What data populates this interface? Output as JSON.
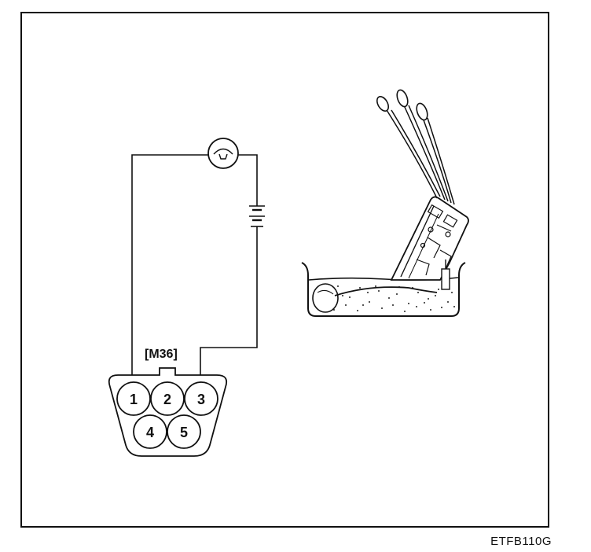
{
  "diagram": {
    "connector_label": "[M36]",
    "pins": [
      "1",
      "2",
      "3",
      "4",
      "5"
    ],
    "figure_code": "ETFB110G"
  }
}
